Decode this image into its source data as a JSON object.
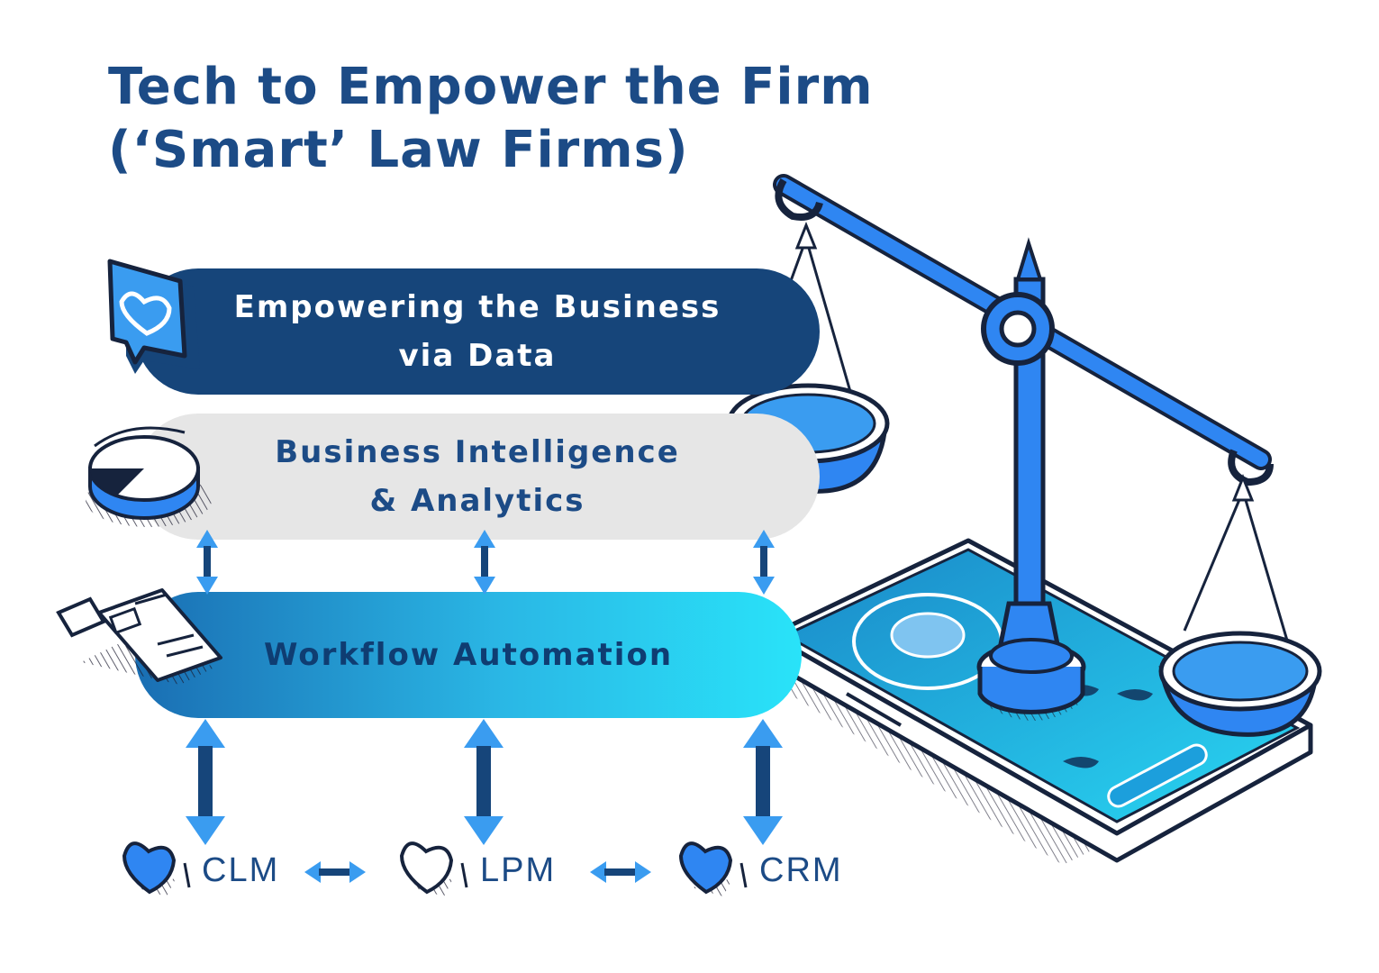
{
  "title": {
    "line1": "Tech to Empower the Firm",
    "line2": "(‘Smart’ Law Firms)"
  },
  "layers": [
    {
      "line1": "Empowering the Business",
      "line2": "via Data"
    },
    {
      "line1": "Business Intelligence",
      "line2": "& Analytics"
    },
    {
      "line1": "Workflow Automation"
    }
  ],
  "systems": [
    "CLM",
    "LPM",
    "CRM"
  ],
  "colors": {
    "navy": "#16457a",
    "title": "#1c4b86",
    "grey": "#e6e6e6",
    "arrow_light": "#3a9cf0",
    "arrow_dark": "#16457a",
    "cyan": "#29e3f9",
    "blue": "#2f86f2"
  },
  "icons": [
    "heart-speech-bubble-icon",
    "pie-chart-icon",
    "document-icon",
    "heart-icon",
    "scales-of-justice-icon",
    "smartphone-icon"
  ]
}
